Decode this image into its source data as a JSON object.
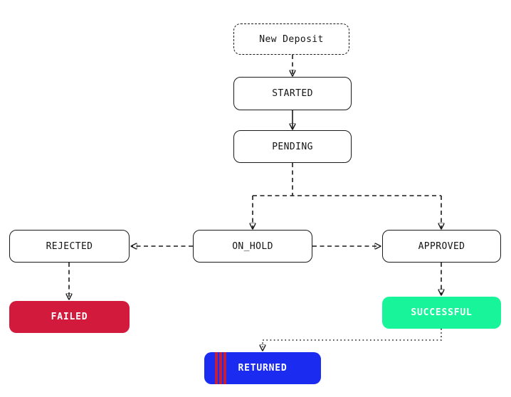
{
  "diagram": {
    "background": "#ffffff",
    "nodes": {
      "new_deposit": {
        "label": "New Deposit",
        "shape": "dashed-rounded-rect",
        "fill": "#ffffff",
        "text_color": "#141414"
      },
      "started": {
        "label": "STARTED",
        "shape": "rounded-rect",
        "fill": "#ffffff",
        "text_color": "#141414"
      },
      "pending": {
        "label": "PENDING",
        "shape": "rounded-rect",
        "fill": "#ffffff",
        "text_color": "#141414"
      },
      "rejected": {
        "label": "REJECTED",
        "shape": "rounded-rect",
        "fill": "#ffffff",
        "text_color": "#141414"
      },
      "on_hold": {
        "label": "ON_HOLD",
        "shape": "rounded-rect",
        "fill": "#ffffff",
        "text_color": "#141414"
      },
      "approved": {
        "label": "APPROVED",
        "shape": "rounded-rect",
        "fill": "#ffffff",
        "text_color": "#141414"
      },
      "failed": {
        "label": "FAILED",
        "shape": "rounded-rect",
        "fill": "#d21a3c",
        "text_color": "#ffffff"
      },
      "successful": {
        "label": "SUCCESSFUL",
        "shape": "rounded-rect",
        "fill": "#18f49a",
        "text_color": "#ffffff"
      },
      "returned": {
        "label": "RETURNED",
        "shape": "rounded-rect-striped",
        "fill": "#1b2cf0",
        "stripe_color": "#c2203a",
        "stripe_count": 3,
        "text_color": "#ffffff"
      }
    },
    "edges": [
      {
        "from": "New Deposit",
        "to": "STARTED",
        "style": "dashed",
        "arrow": true
      },
      {
        "from": "STARTED",
        "to": "PENDING",
        "style": "solid",
        "arrow": true
      },
      {
        "from": "PENDING",
        "to": "ON_HOLD",
        "style": "dashed",
        "arrow": true
      },
      {
        "from": "PENDING",
        "to": "APPROVED",
        "style": "dashed",
        "arrow": true
      },
      {
        "from": "ON_HOLD",
        "to": "REJECTED",
        "style": "dashed",
        "arrow": true
      },
      {
        "from": "ON_HOLD",
        "to": "APPROVED",
        "style": "dashed",
        "arrow": true
      },
      {
        "from": "REJECTED",
        "to": "FAILED",
        "style": "dashed",
        "arrow": true
      },
      {
        "from": "APPROVED",
        "to": "SUCCESSFUL",
        "style": "dashed",
        "arrow": true
      },
      {
        "from": "SUCCESSFUL",
        "to": "RETURNED",
        "style": "dotted",
        "arrow": true
      }
    ],
    "colors": {
      "line": "#1a1a1a",
      "node_border": "#1a1a1a",
      "failed_bg": "#d21a3c",
      "successful_bg": "#18f49a",
      "returned_bg": "#1b2cf0",
      "returned_stripe": "#c2203a"
    }
  }
}
